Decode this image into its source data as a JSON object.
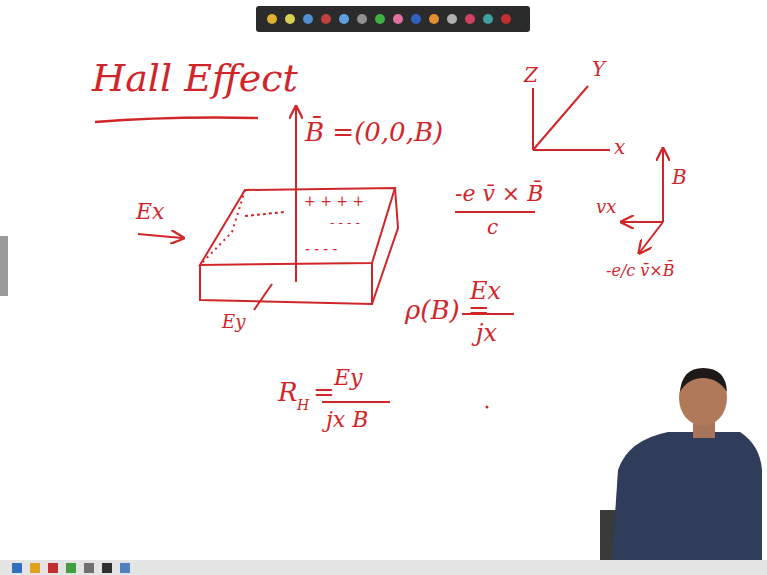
{
  "diagram": {
    "title": "Hall Effect",
    "labels": [
      "B̄ =(0,0,B)",
      "Z",
      "Y",
      "x",
      "Ex",
      "+ + + +",
      "- - - -",
      "- - - -",
      "Ey",
      "-e v̄ × B̄",
      "c",
      "B",
      "vx",
      "-e/c v̄×B̄",
      "ρ(B) =",
      "Ex",
      "jx",
      "R",
      "H",
      "=",
      "Ey",
      "jx B"
    ]
  }
}
